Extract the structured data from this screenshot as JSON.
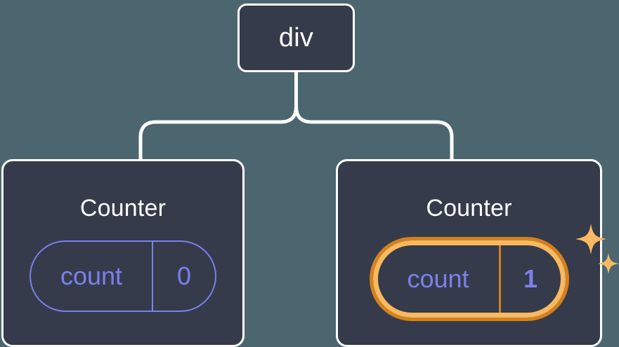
{
  "diagram": {
    "type": "component-tree",
    "background_color": "#4c6670",
    "node_fill_color": "#353b4a",
    "node_border_color": "#ffffff",
    "connector_color": "#ffffff",
    "state_accent_color": "#7b80ec",
    "highlight_outer_color": "#d4811e",
    "highlight_inner_color": "#f8b961",
    "sparkle_color": "#f8b961"
  },
  "root": {
    "label": "div"
  },
  "children": [
    {
      "label": "Counter",
      "state": {
        "key": "count",
        "value": "0"
      },
      "highlighted": false,
      "sparkles": false
    },
    {
      "label": "Counter",
      "state": {
        "key": "count",
        "value": "1"
      },
      "highlighted": true,
      "sparkles": true
    }
  ]
}
